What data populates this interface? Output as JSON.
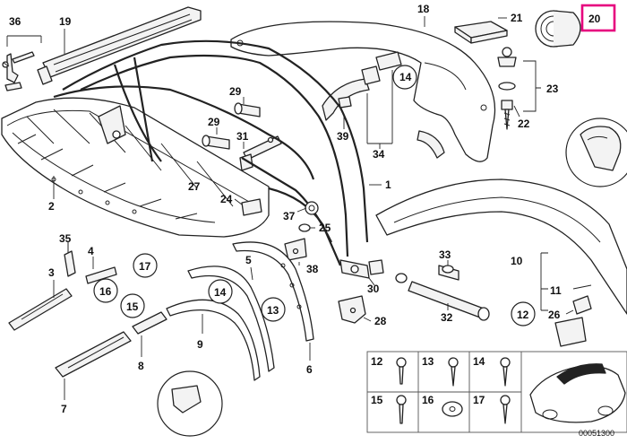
{
  "diagram": {
    "labels": {
      "l36": "36",
      "l19": "19",
      "l18": "18",
      "l21": "21",
      "l20": "20",
      "l14a": "14",
      "l23": "23",
      "l22": "22",
      "l29a": "29",
      "l29b": "29",
      "l31": "31",
      "l39": "39",
      "l34": "34",
      "l27": "27",
      "l1": "1",
      "l2": "2",
      "l24": "24",
      "l37": "37",
      "l25": "25",
      "l35": "35",
      "l4": "4",
      "l3": "3",
      "l16a": "16",
      "l17": "17",
      "l5": "5",
      "l38": "38",
      "l33": "33",
      "l10": "10",
      "l30": "30",
      "l15a": "15",
      "l14b": "14",
      "l13": "13",
      "l11": "11",
      "l32": "32",
      "l12": "12",
      "l26": "26",
      "l28": "28",
      "l9": "9",
      "l8": "8",
      "l6": "6",
      "l7": "7",
      "g12": "12",
      "g13": "13",
      "g14": "14",
      "g15": "15",
      "g16": "16",
      "g17": "17"
    },
    "highlight_label": "20",
    "highlight_color": "#e6007e",
    "catalog_number": "00051300"
  }
}
